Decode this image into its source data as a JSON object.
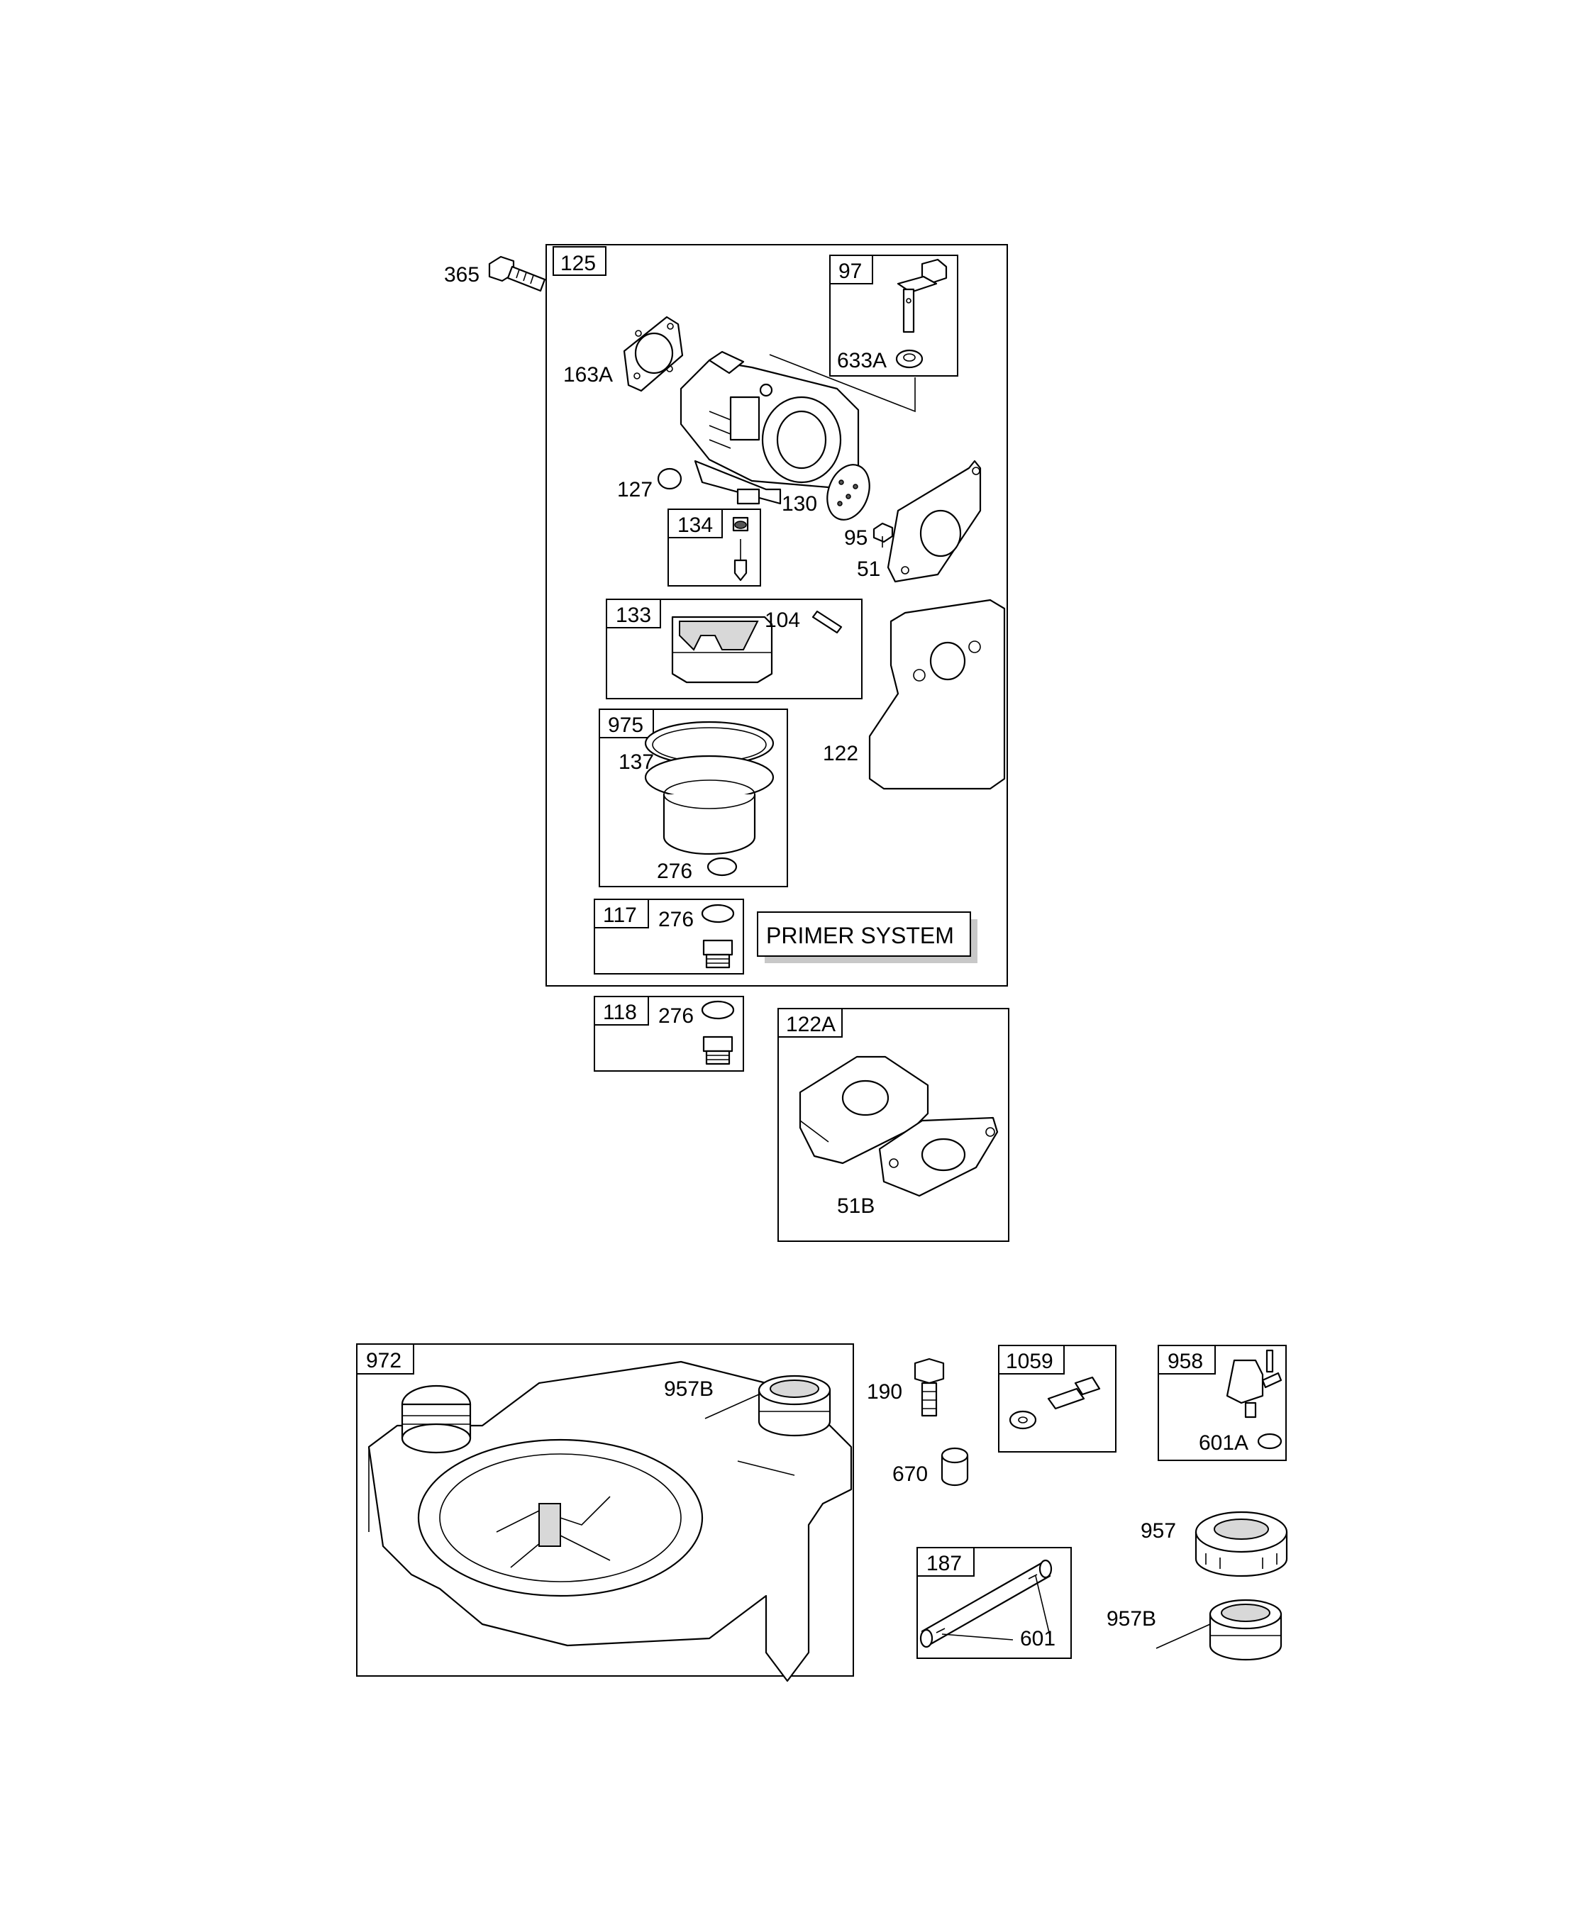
{
  "callouts": {
    "c365": "365",
    "c125": "125",
    "c97": "97",
    "c633A": "633A",
    "c163A": "163A",
    "c127": "127",
    "c134": "134",
    "c130": "130",
    "c95": "95",
    "c51": "51",
    "c133": "133",
    "c104": "104",
    "c975": "975",
    "c137": "137",
    "c122": "122",
    "c276a": "276",
    "c117": "117",
    "c276b": "276",
    "c118": "118",
    "c276c": "276",
    "c122A": "122A",
    "c51B": "51B",
    "c972": "972",
    "c957Ba": "957B",
    "c190": "190",
    "c1059": "1059",
    "c958": "958",
    "c670": "670",
    "c601A": "601A",
    "c957": "957",
    "c187": "187",
    "c601": "601",
    "c957Bb": "957B"
  },
  "primer_label": "PRIMER SYSTEM"
}
